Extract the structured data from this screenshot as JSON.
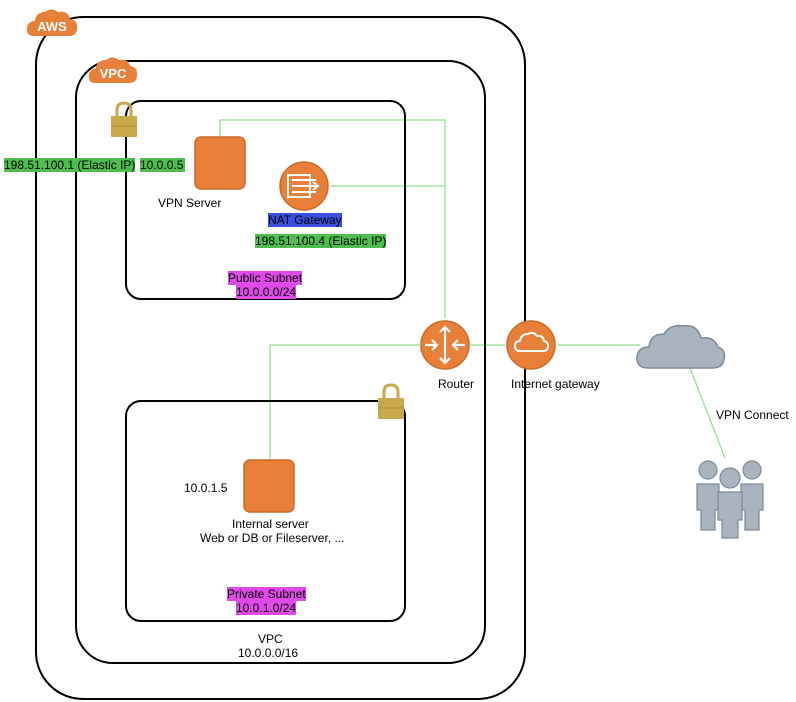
{
  "aws_tag": "AWS",
  "vpc_tag": "VPC",
  "vpn_server": {
    "label": "VPN Server",
    "elastic_ip": "198.51.100.1 (Elastic IP)",
    "private_ip": "10.0.0.5"
  },
  "nat_gateway": {
    "label": "NAT Gateway",
    "elastic_ip": "198.51.100.4 (Elastic IP)"
  },
  "public_subnet": {
    "name": "Public Subnet",
    "cidr": "10.0.0.0/24"
  },
  "private_subnet": {
    "name": "Private Subnet",
    "cidr": "10.0.1.0/24"
  },
  "internal_server": {
    "ip": "10.0.1.5",
    "line1": "Internal server",
    "line2": "Web or DB or Fileserver, ..."
  },
  "router": {
    "label": "Router"
  },
  "internet_gateway": {
    "label": "Internet gateway"
  },
  "vpn_connect": {
    "label": "VPN Connect"
  },
  "vpc": {
    "name": "VPC",
    "cidr": "10.0.0.0/16"
  },
  "colors": {
    "orange": "#e8803a",
    "orange_dark": "#c86a2a",
    "lock": "#c8a84a",
    "line_green": "#8de08d",
    "highlight_green": "#4dbf4d",
    "highlight_pink": "#e04ae8",
    "highlight_blue": "#3a4fe0",
    "cloud_gray": "#aab4be",
    "cloud_stroke": "#7a8a9a"
  }
}
